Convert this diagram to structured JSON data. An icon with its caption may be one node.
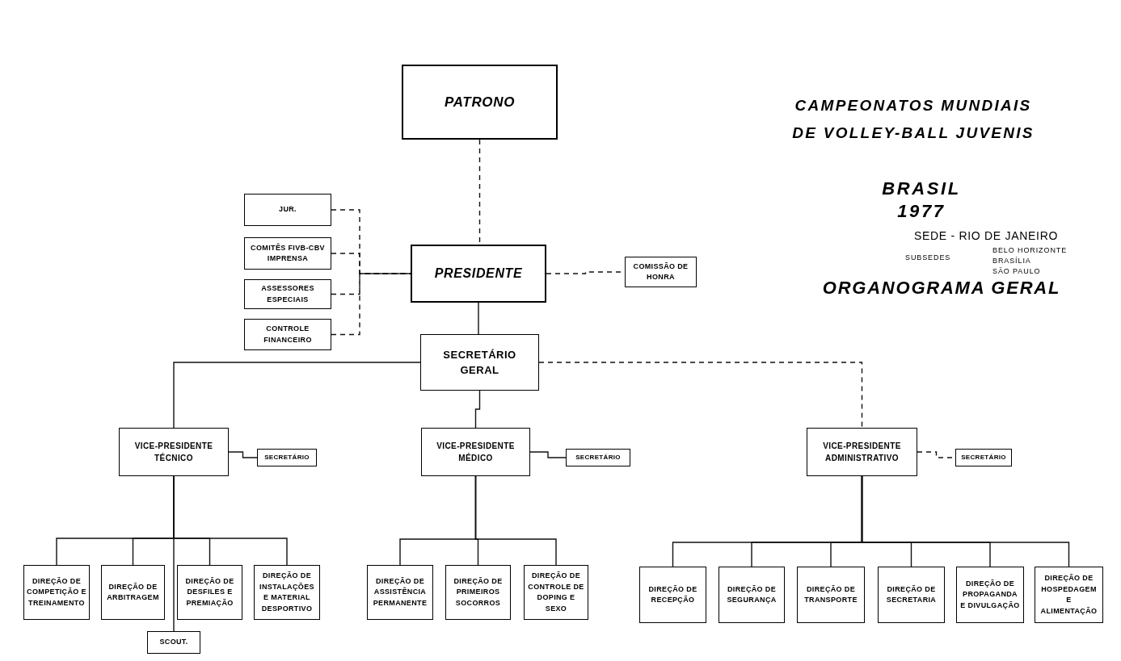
{
  "diagram": {
    "title": "CAMPEONATOS MUNDIAIS DE VOLLEY-BALL JUVENIS",
    "nodes": [
      {
        "text": [
          "PATRONO"
        ]
      },
      {
        "text": [
          "JUR."
        ]
      },
      {
        "text": [
          "COMITÊS FIVB-CBV IMPRENSA"
        ]
      },
      {
        "text": [
          "ASSESSORES ESPECIAIS"
        ]
      },
      {
        "text": [
          "CONTROLE FINANCEIRO"
        ]
      },
      {
        "text": [
          "PRESIDENTE"
        ]
      },
      {
        "text": [
          "COMISSÃO DE HONRA"
        ]
      },
      {
        "text": [
          "SECRETÁRIO GERAL"
        ]
      },
      {
        "text": [
          "VICE-PRESIDENTE TÉCNICO"
        ]
      },
      {
        "text": [
          "SECRETÁRIO"
        ]
      },
      {
        "text": [
          "VICE-PRESIDENTE MÉDICO"
        ]
      },
      {
        "text": [
          "SECRETÁRIO"
        ]
      },
      {
        "text": [
          "VICE-PRESIDENTE ADMINISTRATIVO"
        ]
      },
      {
        "text": [
          "SECRETÁRIO"
        ]
      },
      {
        "text": [
          "DIREÇÃO DE COMPETIÇÃO E TREINAMENTO"
        ]
      },
      {
        "text": [
          "DIREÇÃO DE ARBITRAGEM"
        ]
      },
      {
        "text": [
          "DIREÇÃO DE DESFILES E PREMIAÇÃO"
        ]
      },
      {
        "text": [
          "DIREÇÃO DE INSTALAÇÕES E MATERIAL DESPORTIVO"
        ]
      },
      {
        "text": [
          "SCOUT."
        ]
      },
      {
        "text": [
          "DIREÇÃO DE ASSISTÊNCIA PERMANENTE"
        ]
      },
      {
        "text": [
          "DIREÇÃO DE PRIMEIROS SOCORROS"
        ]
      },
      {
        "text": [
          "DIREÇÃO DE CONTROLE DE DOPING E SEXO"
        ]
      },
      {
        "text": [
          "DIREÇÃO DE RECEPÇÃO"
        ]
      },
      {
        "text": [
          "DIREÇÃO DE SEGURANÇA"
        ]
      },
      {
        "text": [
          "DIREÇÃO DE TRANSPORTE"
        ]
      },
      {
        "text": [
          "DIREÇÃO DE SECRETARIA"
        ]
      },
      {
        "text": [
          "DIREÇÃO DE PROPAGANDA E DIVULGAÇÃO"
        ]
      },
      {
        "text": [
          "DIREÇÃO DE HOSPEDAGEM E ALIMENTAÇÃO"
        ]
      }
    ],
    "edges": [
      {
        "from": 0,
        "to": 5,
        "arrow": "none",
        "style": "dashed"
      },
      {
        "from": 1,
        "to": 5,
        "arrow": "none",
        "style": "dashed"
      },
      {
        "from": 2,
        "to": 5,
        "arrow": "none",
        "style": "dashed"
      },
      {
        "from": 3,
        "to": 5,
        "arrow": "none",
        "style": "dashed"
      },
      {
        "from": 4,
        "to": 5,
        "arrow": "none",
        "style": "dashed"
      },
      {
        "from": 5,
        "to": 6,
        "arrow": "none",
        "style": "dashed"
      },
      {
        "from": 5,
        "to": 7,
        "arrow": "none"
      },
      {
        "from": 7,
        "to": 8,
        "arrow": "none"
      },
      {
        "from": 7,
        "to": 10,
        "arrow": "none"
      },
      {
        "from": 7,
        "to": 12,
        "arrow": "none",
        "style": "dashed"
      },
      {
        "from": 8,
        "to": 9,
        "arrow": "none"
      },
      {
        "from": 10,
        "to": 11,
        "arrow": "none"
      },
      {
        "from": 12,
        "to": 13,
        "arrow": "none",
        "style": "dashed"
      },
      {
        "from": 8,
        "to": 14,
        "arrow": "none"
      },
      {
        "from": 8,
        "to": 15,
        "arrow": "none"
      },
      {
        "from": 8,
        "to": 16,
        "arrow": "none"
      },
      {
        "from": 8,
        "to": 17,
        "arrow": "none"
      },
      {
        "from": 8,
        "to": 18,
        "arrow": "none"
      },
      {
        "from": 10,
        "to": 19,
        "arrow": "none"
      },
      {
        "from": 10,
        "to": 20,
        "arrow": "none"
      },
      {
        "from": 10,
        "to": 21,
        "arrow": "none"
      },
      {
        "from": 12,
        "to": 22,
        "arrow": "none"
      },
      {
        "from": 12,
        "to": 23,
        "arrow": "none"
      },
      {
        "from": 12,
        "to": 24,
        "arrow": "none"
      },
      {
        "from": 12,
        "to": 25,
        "arrow": "none"
      },
      {
        "from": 12,
        "to": 26,
        "arrow": "none"
      },
      {
        "from": 12,
        "to": 27,
        "arrow": "none"
      }
    ],
    "labels": [
      "BRASIL",
      "1977",
      "SEDE - RIO DE JANEIRO",
      "SUBSEDES",
      "BELO HORIZONTE",
      "BRASÍLIA",
      "SÃO PAULO",
      "ORGANOGRAMA GERAL"
    ]
  }
}
